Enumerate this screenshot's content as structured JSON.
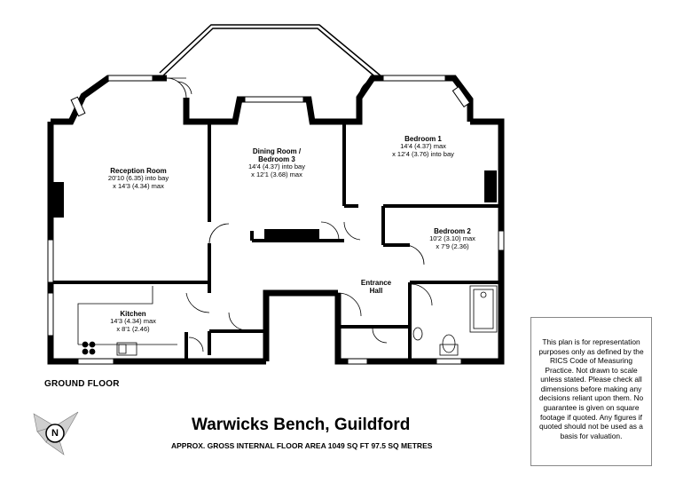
{
  "property": {
    "title": "Warwicks Bench, Guildford",
    "area": "APPROX. GROSS INTERNAL FLOOR AREA 1049 SQ FT 97.5 SQ METRES",
    "floor_label": "GROUND FLOOR"
  },
  "rooms": {
    "reception": {
      "name": "Reception Room",
      "dim1": "20'10 (6.35) into bay",
      "dim2": "x 14'3 (4.34) max"
    },
    "dining": {
      "name1": "Dining Room /",
      "name2": "Bedroom 3",
      "dim1": "14'4 (4.37) into bay",
      "dim2": "x 12'1 (3.68) max"
    },
    "bedroom1": {
      "name": "Bedroom 1",
      "dim1": "14'4 (4.37) max",
      "dim2": "x 12'4 (3.76) into bay"
    },
    "bedroom2": {
      "name": "Bedroom 2",
      "dim1": "10'2 (3.10) max",
      "dim2": "x 7'9 (2.36)"
    },
    "kitchen": {
      "name": "Kitchen",
      "dim1": "14'3 (4.34) max",
      "dim2": "x 8'1 (2.46)"
    },
    "hall": {
      "name1": "Entrance",
      "name2": "Hall"
    }
  },
  "compass": {
    "letter": "N"
  },
  "disclaimer": "This plan is for representation purposes only as defined by the RICS Code of Measuring Practice. Not drawn to scale unless stated. Please check all dimensions before making any decisions reliant upon them. No guarantee is given on square footage if quoted. Any figures if quoted should not be used as a basis for valuation."
}
